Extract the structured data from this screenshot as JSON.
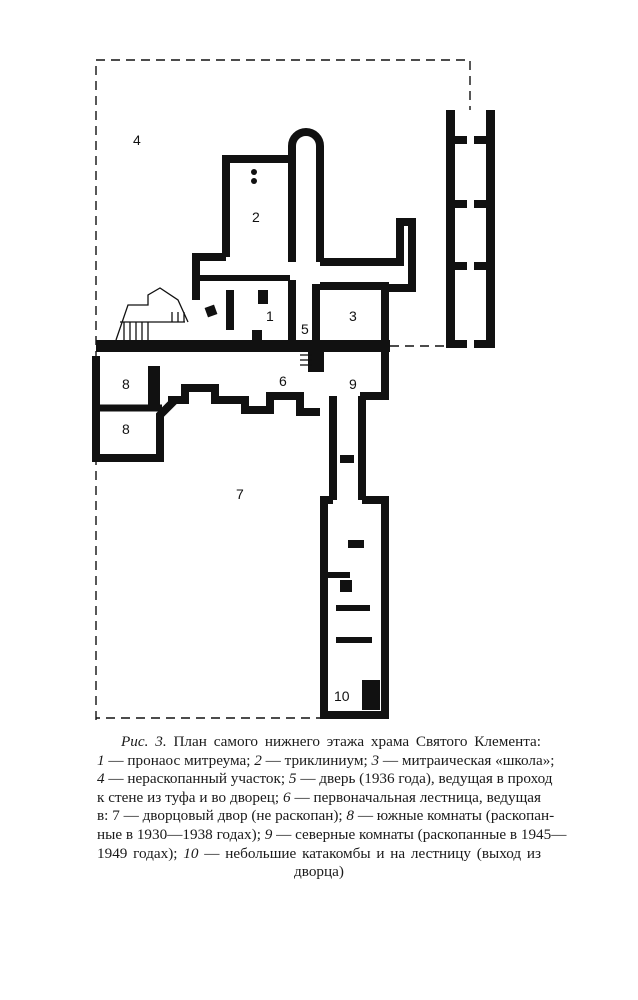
{
  "figure": {
    "labels": [
      "4",
      "2",
      "1",
      "5",
      "3",
      "8",
      "8",
      "6",
      "9",
      "7",
      "10"
    ]
  },
  "caption": {
    "lines": [
      [
        {
          "t": "Рис. 3.",
          "i": true
        },
        {
          "t": " План самого нижнего этажа храма Святого Клемента:"
        }
      ],
      [
        {
          "t": "1",
          "i": true
        },
        {
          "t": " — пронаос митреума; "
        },
        {
          "t": "2",
          "i": true
        },
        {
          "t": " — триклиниум; "
        },
        {
          "t": "3",
          "i": true
        },
        {
          "t": " — митраическая «школа»;"
        }
      ],
      [
        {
          "t": "4",
          "i": true
        },
        {
          "t": " — нераскопанный участок; "
        },
        {
          "t": "5",
          "i": true
        },
        {
          "t": " — дверь (1936 года), ведущая в проход"
        }
      ],
      [
        {
          "t": "к стене из туфа и во дворец; "
        },
        {
          "t": "6",
          "i": true
        },
        {
          "t": " — первоначальная лестница, ведущая"
        }
      ],
      [
        {
          "t": "в: 7 — дворцовый двор (не раскопан); "
        },
        {
          "t": "8",
          "i": true
        },
        {
          "t": " — южные комнаты (раскопан-"
        }
      ],
      [
        {
          "t": "ные в 1930—1938 годах); "
        },
        {
          "t": "9",
          "i": true
        },
        {
          "t": " — северные комнаты (раскопанные в 1945—"
        }
      ],
      [
        {
          "t": "1949 годах); "
        },
        {
          "t": "10",
          "i": true
        },
        {
          "t": " — небольшие катакомбы и на лестницу (выход из"
        }
      ],
      [
        {
          "t": "дворца)"
        }
      ]
    ]
  }
}
